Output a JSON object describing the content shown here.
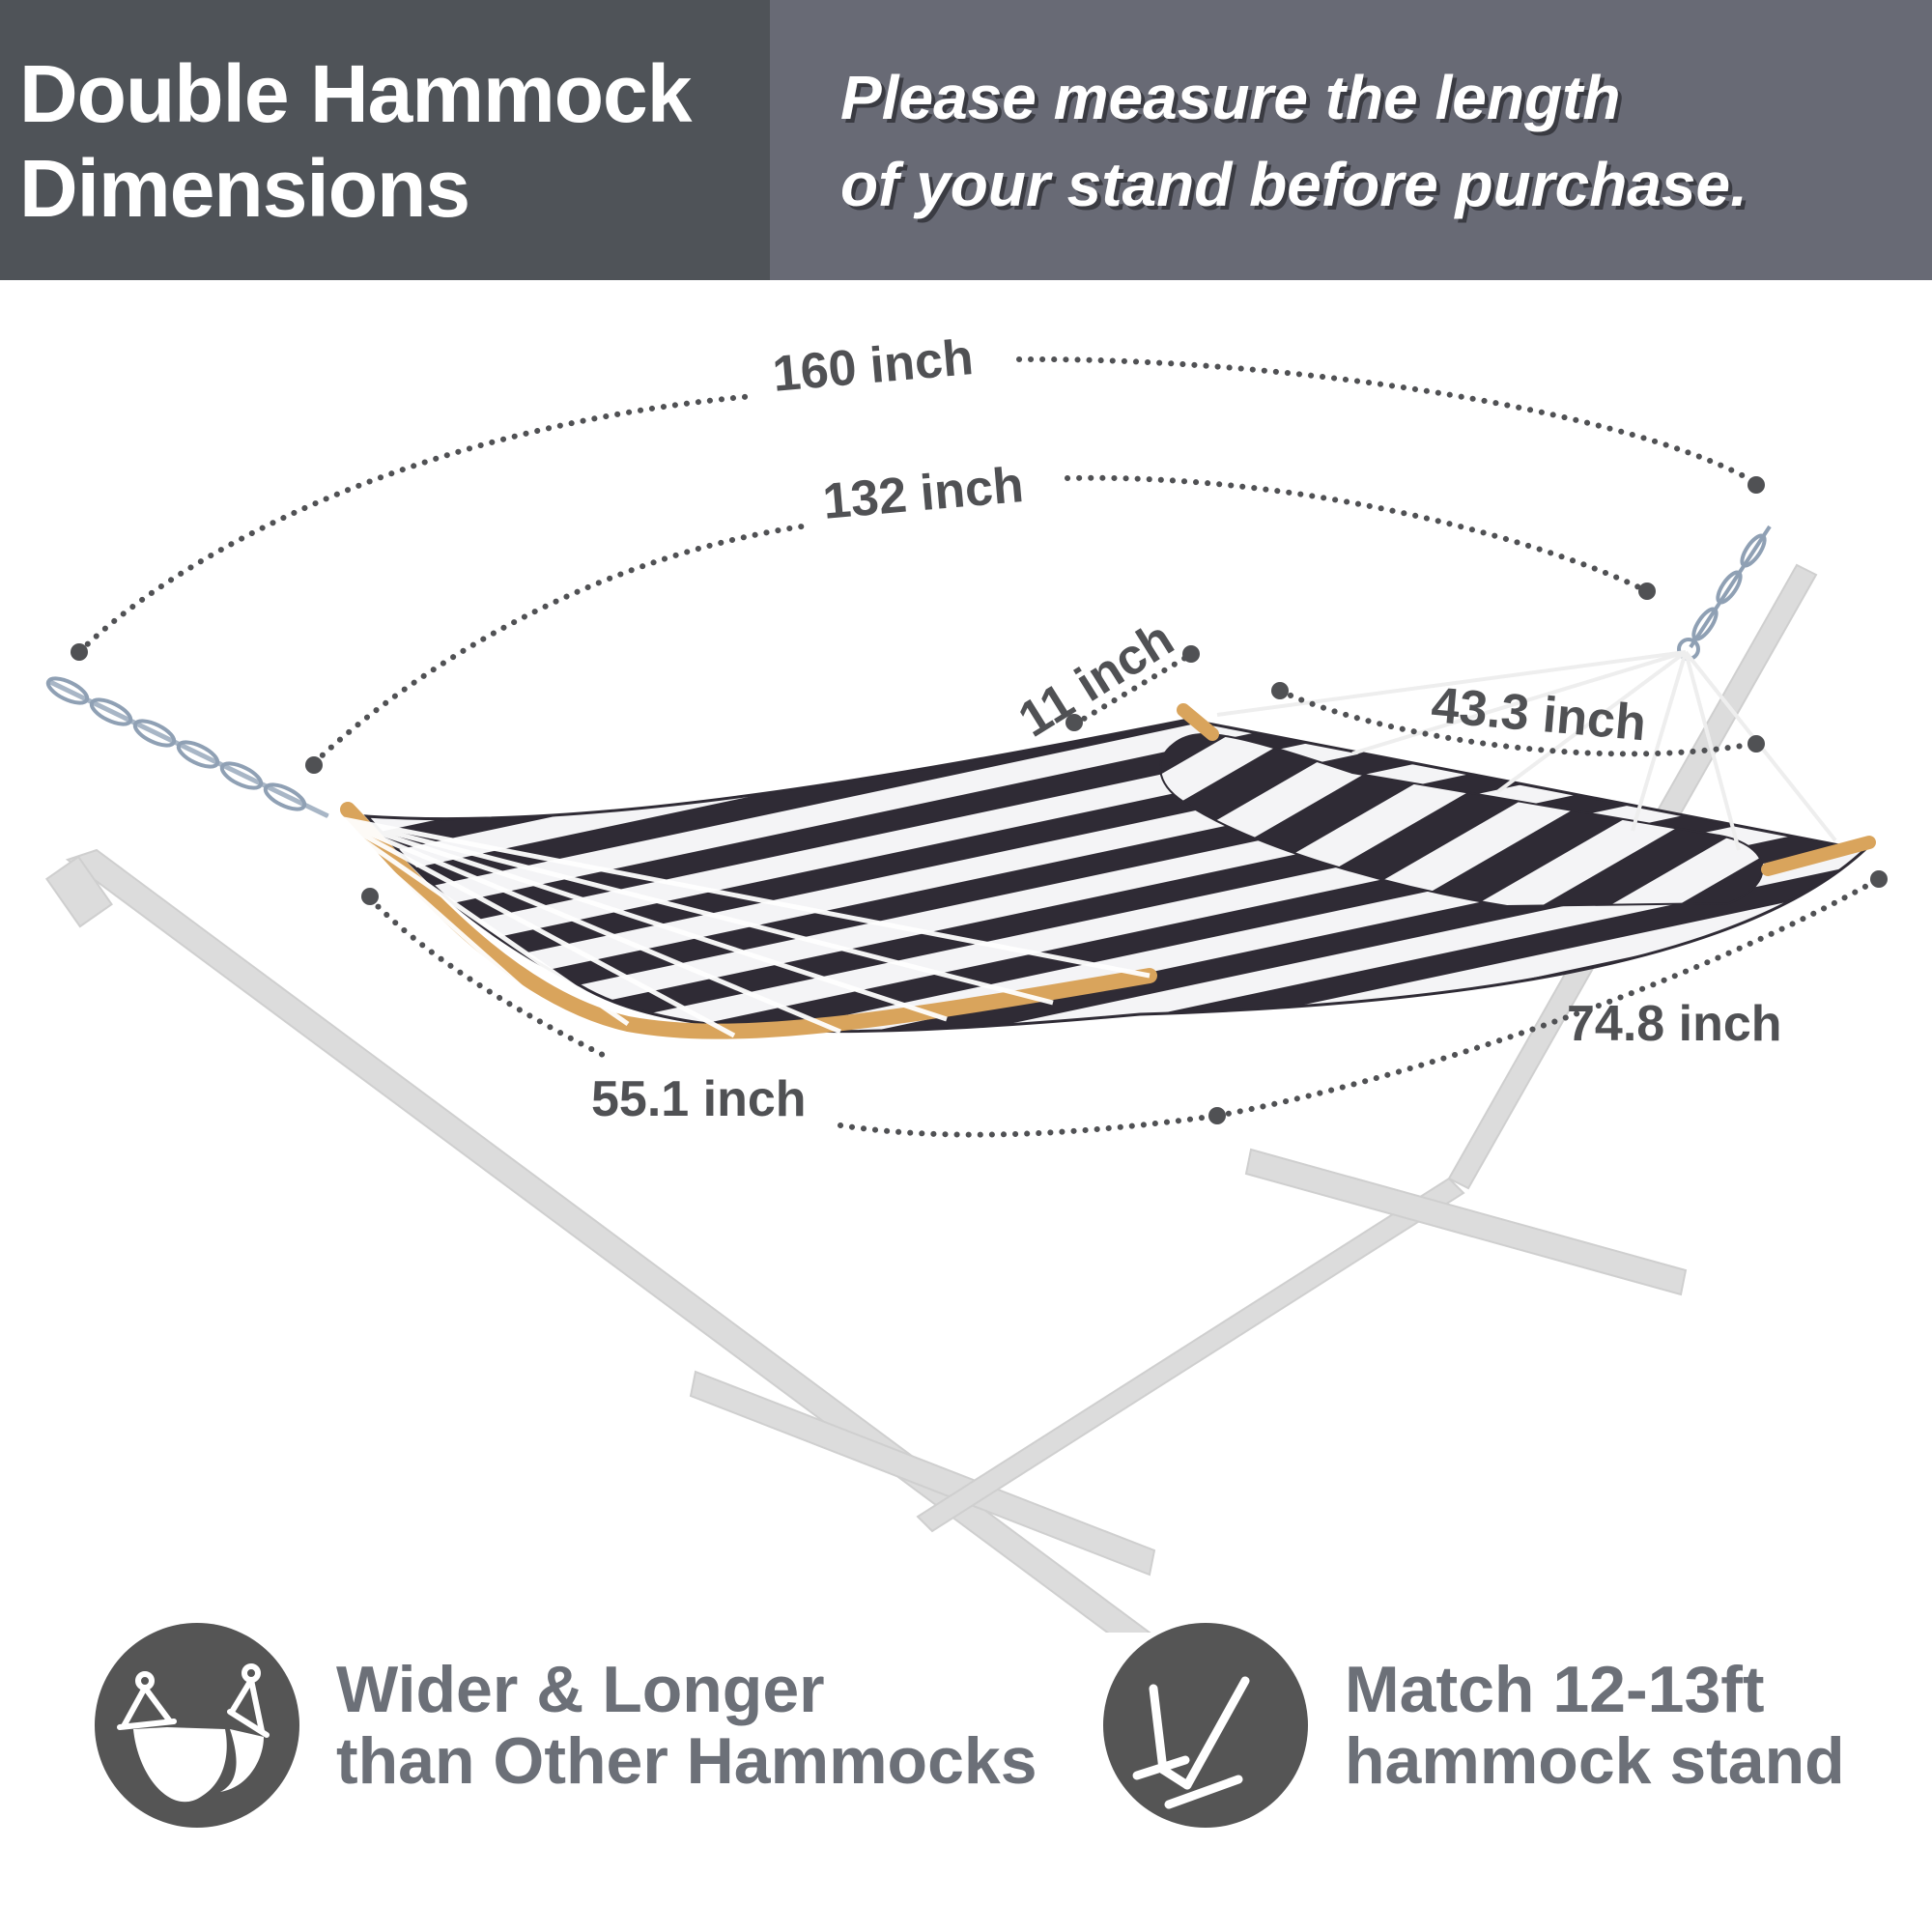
{
  "header": {
    "title_line1": "Double Hammock",
    "title_line2": "Dimensions",
    "notice_line1": "Please measure the length",
    "notice_line2": "of your stand before purchase.",
    "colors": {
      "title_bg": "#4f5358",
      "notice_bg": "#686a75",
      "text": "#ffffff"
    }
  },
  "dimensions": {
    "overall_length": "160 inch",
    "bed_length": "132 inch",
    "pillow_height": "11 inch",
    "pillow_length": "43.3 inch",
    "bed_width_near": "55.1 inch",
    "bed_width_curve": "74.8 inch",
    "label_color": "#505154"
  },
  "illustration": {
    "subject": "striped quilted double hammock with spreader bars, pillow, chains and steel stand",
    "fabric_colors": [
      "#2f2b35",
      "#f4f4f6"
    ],
    "spreader_bar_color": "#d9a45c",
    "stand_color": "#dcdcdc"
  },
  "features": [
    {
      "icon": "hammock-icon",
      "line1": "Wider & Longer",
      "line2": "than Other Hammocks"
    },
    {
      "icon": "hammock-stand-icon",
      "line1": "Match 12-13ft",
      "line2": "hammock stand"
    }
  ]
}
